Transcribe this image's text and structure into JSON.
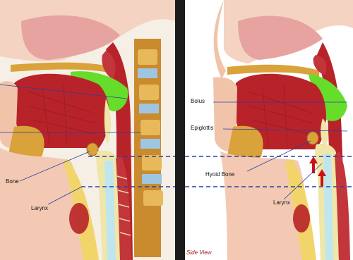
{
  "labels": {
    "left": {
      "bone": "Bone",
      "larynx": "Larynx"
    },
    "right": {
      "bolus": "Bolus",
      "epiglottis": "Epiglottis",
      "hyoid_bone": "Hyoid Bone",
      "larynx": "Larynx"
    },
    "caption": "Side View"
  },
  "colors": {
    "skin": "#f3c9b4",
    "tongue_muscle": "#b8232a",
    "bone": "#d9a23a",
    "cartilage": "#efe6a8",
    "bolus": "#66dd2a",
    "airway": "#bfe6ef",
    "guide_line": "#2a3ea3",
    "arrow": "#cc1111",
    "divider": "#1b1b1b"
  }
}
